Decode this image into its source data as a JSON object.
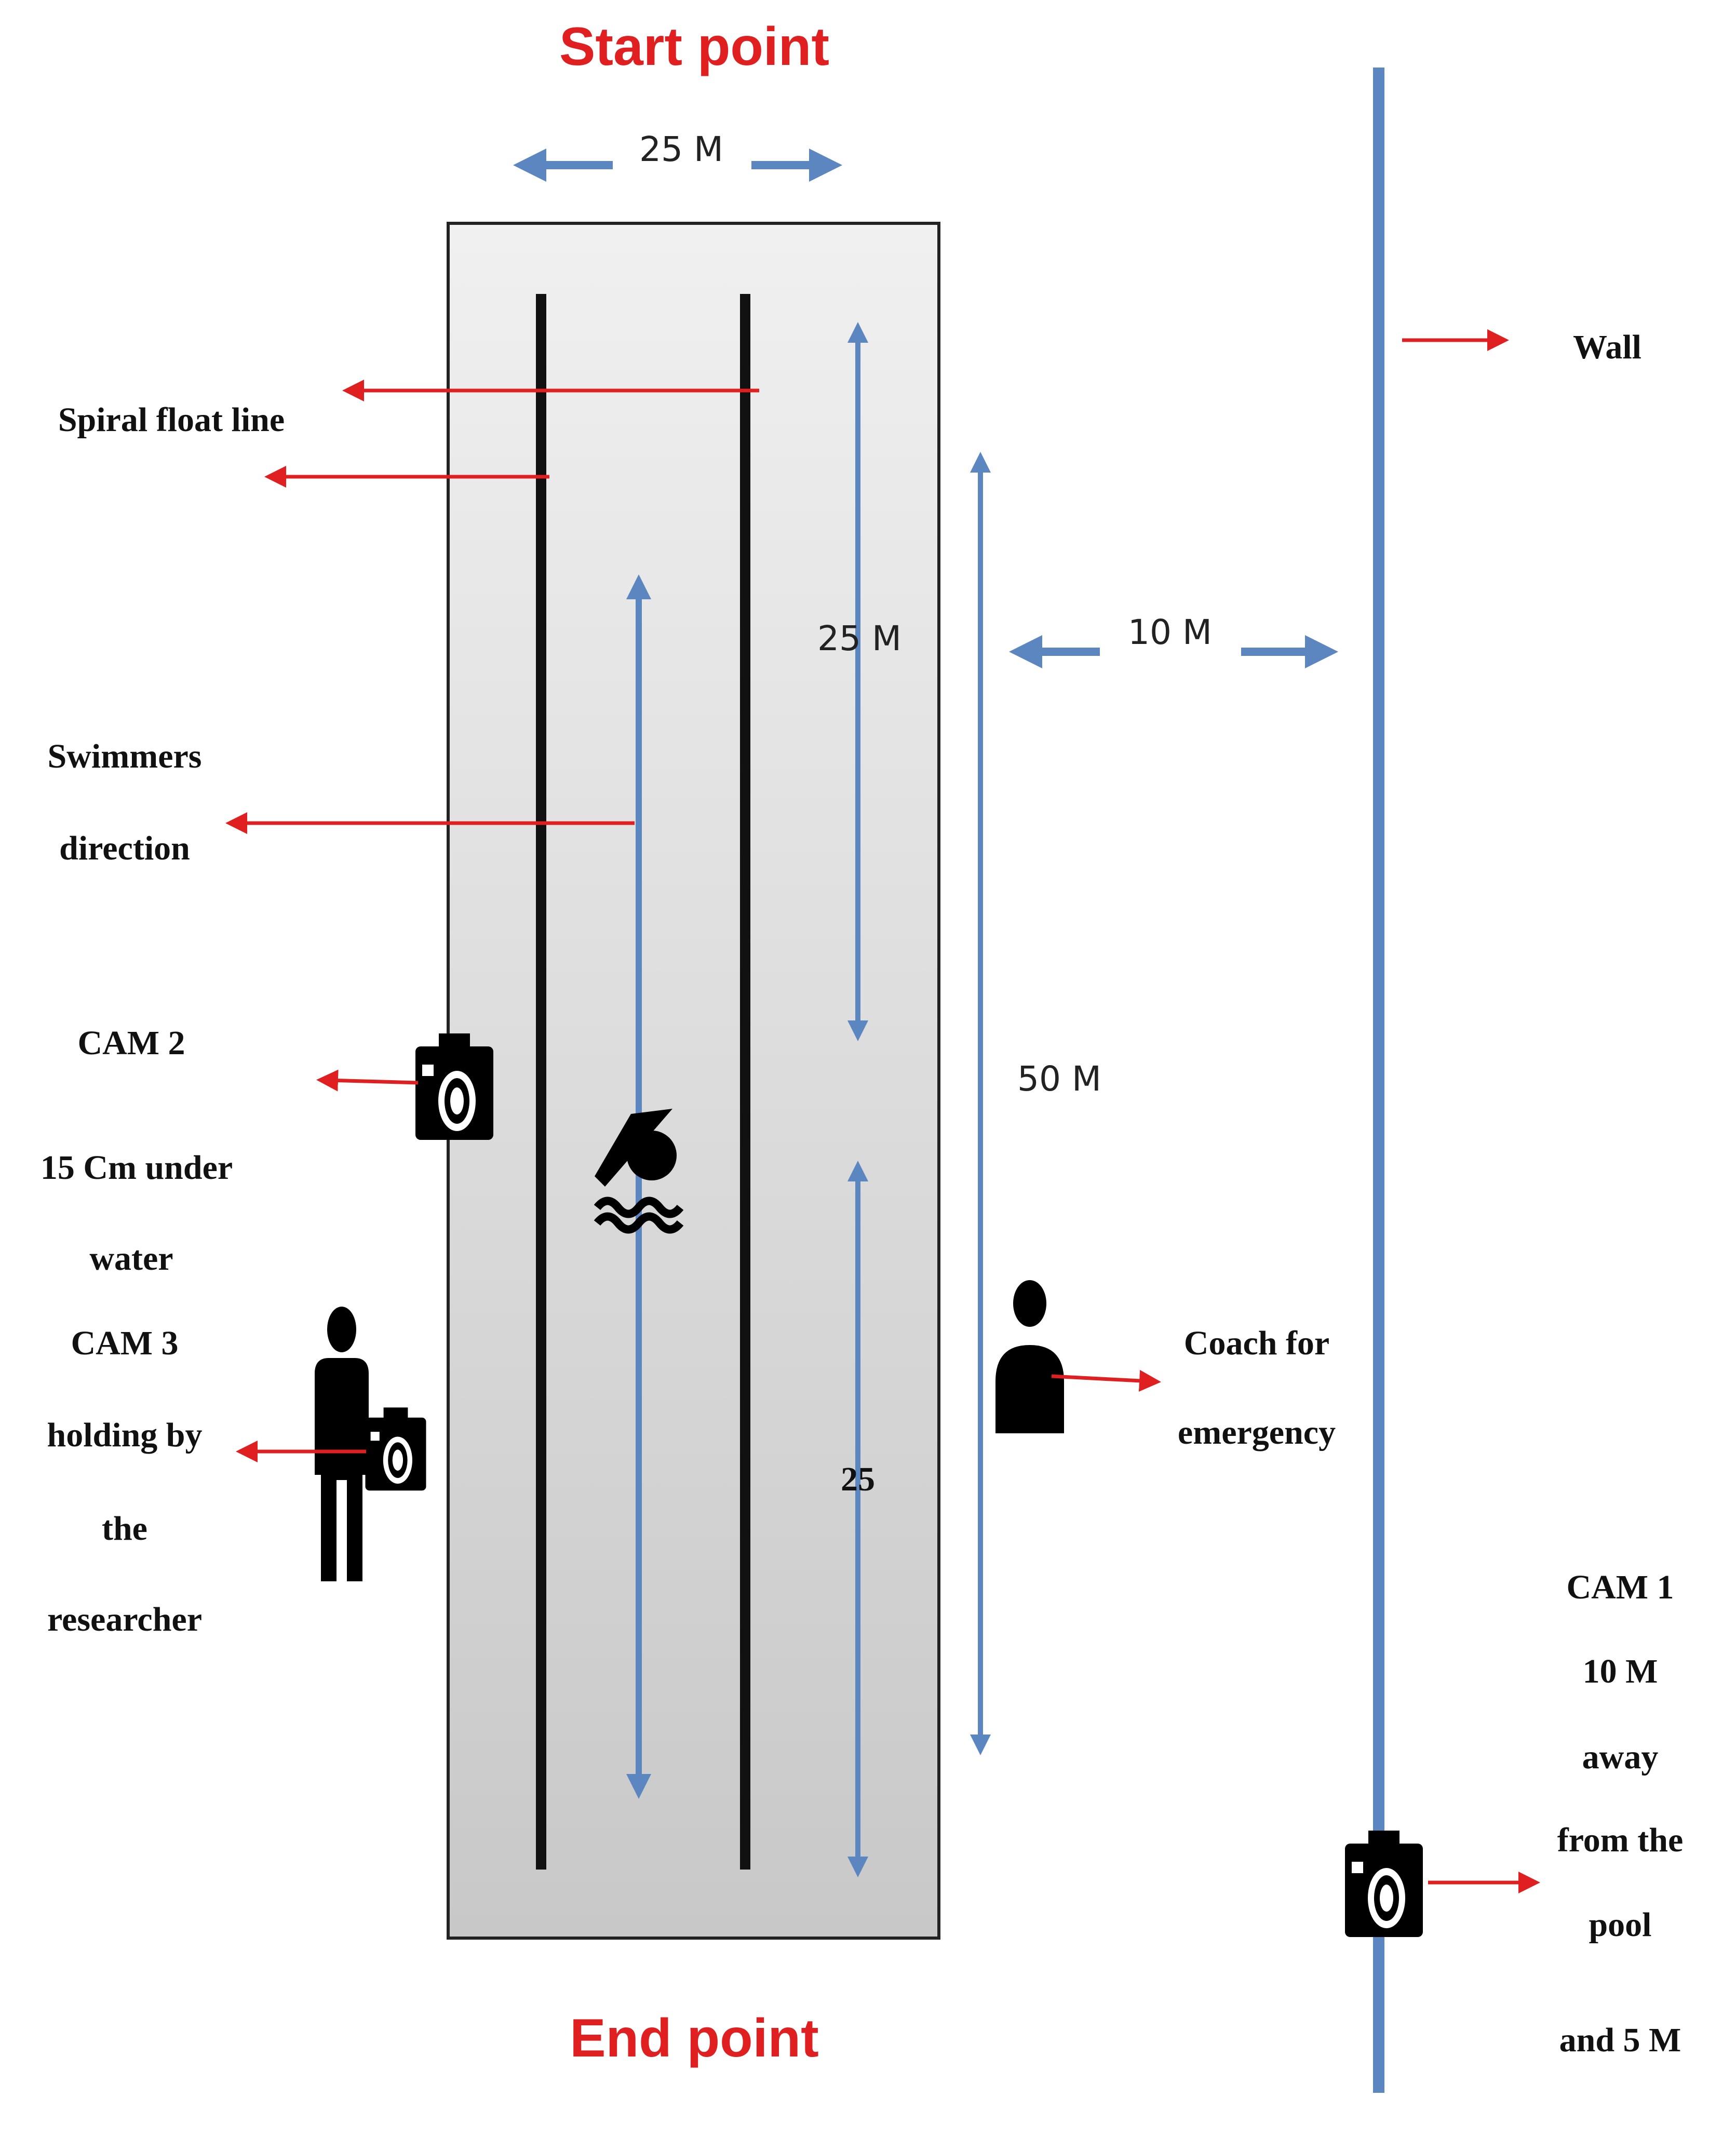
{
  "title_start": "Start point",
  "title_end": "End point",
  "dimensions": {
    "pool_width": "25 M",
    "half_length_top": "25 M",
    "half_length_bottom": "25",
    "full_length": "50 M",
    "wall_distance": "10 M"
  },
  "labels": {
    "wall": "Wall",
    "spiral_float_line": "Spiral float line",
    "swimmers_direction": [
      "Swimmers",
      "direction"
    ],
    "cam2": [
      "CAM 2",
      "15 Cm under",
      "water"
    ],
    "cam3": [
      "CAM 3",
      "holding by",
      "the",
      "researcher"
    ],
    "coach": [
      "Coach for",
      "emergency"
    ],
    "cam1": [
      "CAM 1",
      "10 M",
      "away",
      "from the",
      "pool",
      "and 5 M"
    ]
  },
  "icons": [
    "camera-icon",
    "swimmer-icon",
    "person-icon",
    "coach-icon"
  ],
  "colors": {
    "arrow_red": "#e02020",
    "dimension_blue": "#5b86c0",
    "pool_fill_top": "#f0f0f0",
    "pool_fill_bottom": "#c8c8c8",
    "lane_line": "#111111"
  }
}
